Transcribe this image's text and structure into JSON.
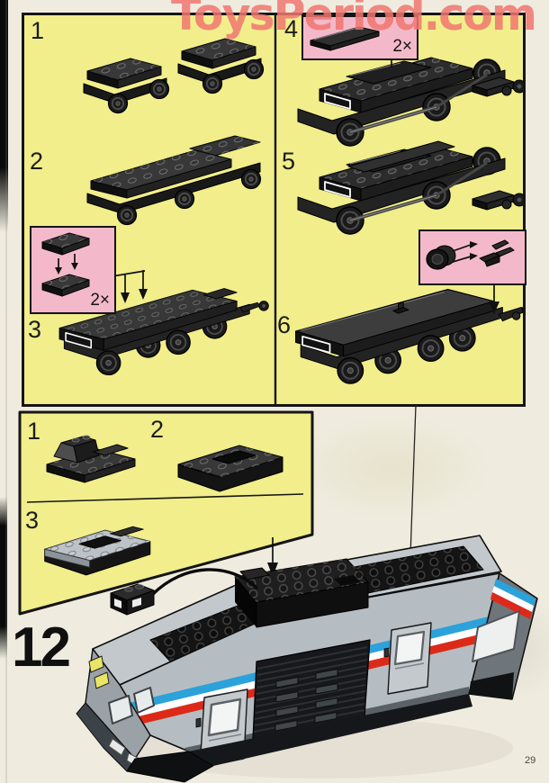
{
  "page": {
    "watermark": "ToysPeriod.com",
    "page_number": "29",
    "main_step_number": "12"
  },
  "bogie_panel": {
    "steps": [
      {
        "number": "1"
      },
      {
        "number": "2"
      },
      {
        "number": "3",
        "callout_count": "2×",
        "callout_part": "2x3-plate-pair"
      },
      {
        "number": "4",
        "callout_count": "2×",
        "callout_part": "1x4-plate"
      },
      {
        "number": "5"
      },
      {
        "number": "6",
        "callout_part": "tire-and-coupling"
      }
    ]
  },
  "cabin_panel": {
    "steps": [
      {
        "number": "1"
      },
      {
        "number": "2"
      },
      {
        "number": "3"
      }
    ]
  },
  "colors": {
    "paper": "#efecdf",
    "panel_yellow": "#f1ee8b",
    "callout_pink": "#f3b9ca",
    "watermark": "#f07670",
    "brick_black": "#1f1f1f",
    "train_gray": "#b6bdc2",
    "stripe_blue": "#2ba2da",
    "stripe_red": "#dd2a18",
    "headlight_yellow": "#e9e566"
  }
}
